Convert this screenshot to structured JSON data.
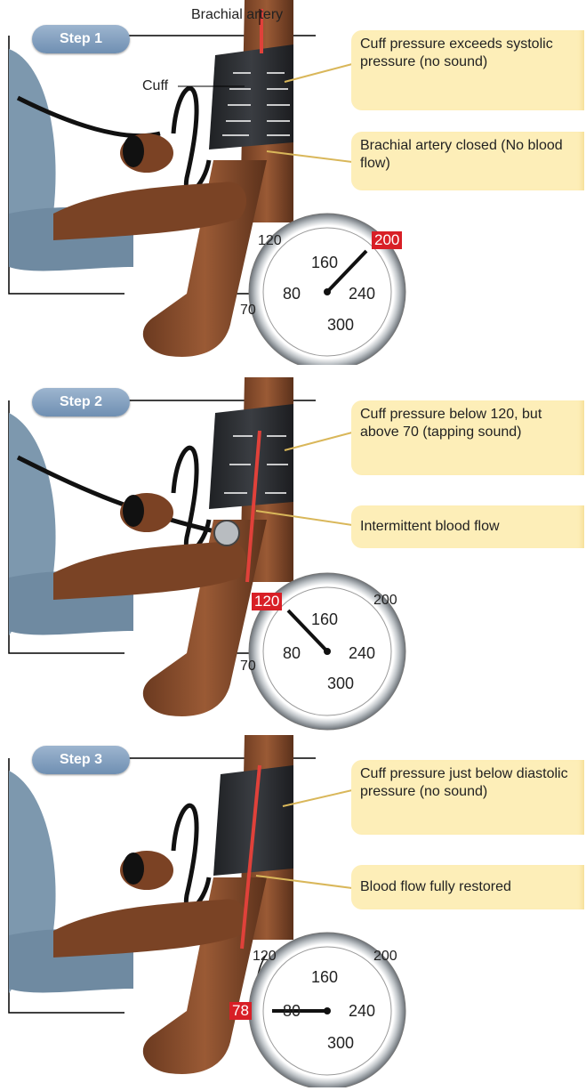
{
  "steps": [
    {
      "badge": "Step 1",
      "top_label": "Brachial artery",
      "cuff_label": "Cuff",
      "callouts": [
        "Cuff pressure exceeds systolic pressure (no sound)",
        "Brachial artery closed (No blood flow)"
      ],
      "gauge": {
        "ticks": [
          "120",
          "160",
          "200",
          "240",
          "300",
          "80",
          "70"
        ],
        "highlight": "200"
      }
    },
    {
      "badge": "Step 2",
      "callouts": [
        "Cuff pressure below 120, but above 70 (tapping sound)",
        "Intermittent blood flow"
      ],
      "gauge": {
        "ticks": [
          "120",
          "160",
          "200",
          "240",
          "300",
          "80",
          "70"
        ],
        "highlight": "120"
      }
    },
    {
      "badge": "Step 3",
      "callouts": [
        "Cuff pressure just below diastolic pressure (no sound)",
        "Blood flow fully restored"
      ],
      "gauge": {
        "ticks": [
          "120",
          "160",
          "200",
          "240",
          "300",
          "80"
        ],
        "highlight": "78"
      }
    }
  ],
  "colors": {
    "callout_bg": "#fdeeb8",
    "badge": "#7e9cbd",
    "highlight": "#d81f26",
    "artery": "#e0413a",
    "cuff": "#2d2f33",
    "skin": "#8a4e2e"
  }
}
